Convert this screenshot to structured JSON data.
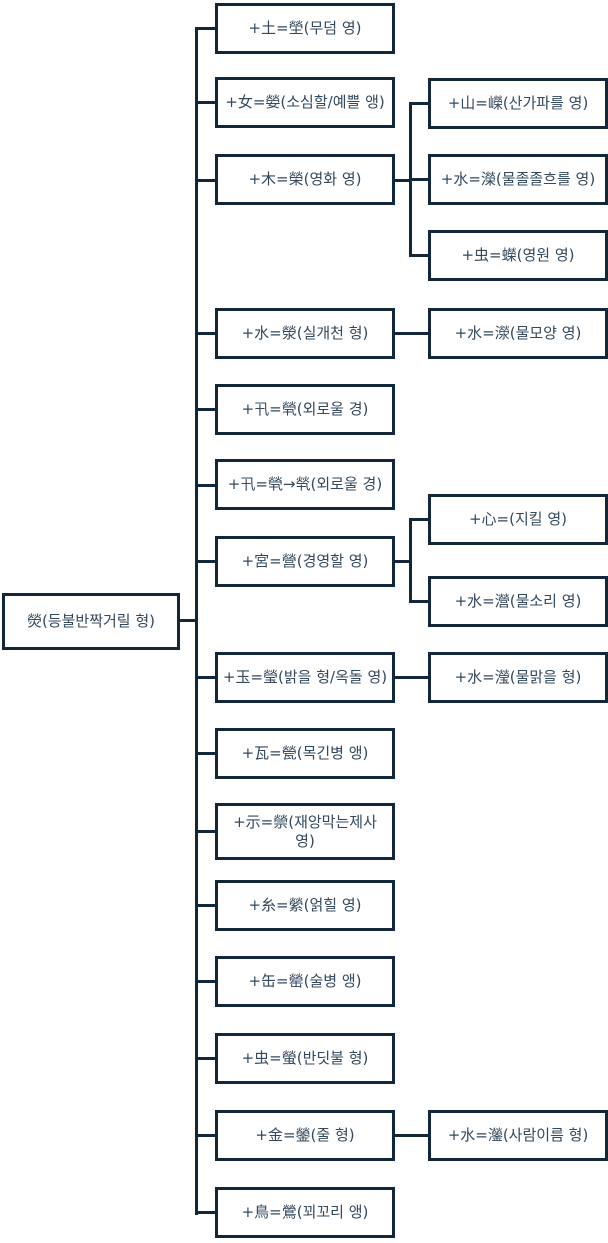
{
  "palette": {
    "line": "#13273a",
    "text": "#32495e",
    "background": "#ffffff"
  },
  "diagram": {
    "type": "hanja-derivation-tree",
    "root": {
      "label": "熒(등불반짝거릴 형)"
    },
    "children": [
      {
        "label": "+土=塋(무덤 영)",
        "children": []
      },
      {
        "label": "+女=嫈(소심할/예쁠 앵)",
        "children": []
      },
      {
        "label": "+木=榮(영화 영)",
        "children": [
          {
            "label": "+山=嶸(산가파를 영)"
          },
          {
            "label": "+水=濚(물졸졸흐를 영)"
          },
          {
            "label": "+虫=蠑(영원 영)"
          }
        ]
      },
      {
        "label": "+水=滎(실개천 형)",
        "children": [
          {
            "label": "+水=濴(물모양 영)"
          }
        ]
      },
      {
        "label": "+卂=煢(외로울 경)",
        "children": []
      },
      {
        "label": "+卂=煢→㷀(외로울 경)",
        "children": []
      },
      {
        "label": "+宮=營(경영할 영)",
        "children": [
          {
            "label": "+心=𢥊(지킬 영)"
          },
          {
            "label": "+水=瀯(물소리 영)"
          }
        ]
      },
      {
        "label": "+玉=瑩(밝을 형/옥돌 영)",
        "children": [
          {
            "label": "+水=瀅(물맑을 형)"
          }
        ]
      },
      {
        "label": "+瓦=甇(목긴병 앵)",
        "children": []
      },
      {
        "label": "+示=禜(재앙막는제사 영)",
        "children": []
      },
      {
        "label": "+糸=縈(얽힐 영)",
        "children": []
      },
      {
        "label": "+缶=罃(술병 앵)",
        "children": []
      },
      {
        "label": "+虫=螢(반딧불 형)",
        "children": []
      },
      {
        "label": "+金=鎣(줄 형)",
        "children": [
          {
            "label": "+水=灐(사람이름 형)"
          }
        ]
      },
      {
        "label": "+鳥=鶯(꾀꼬리 앵)",
        "children": []
      }
    ]
  }
}
